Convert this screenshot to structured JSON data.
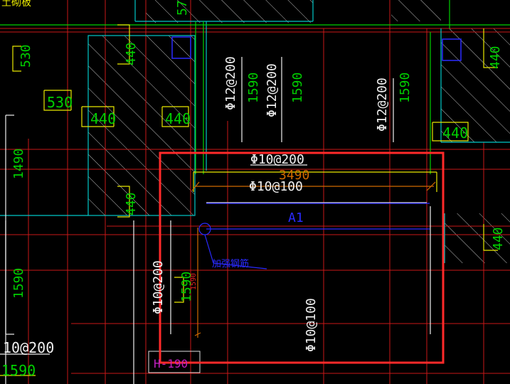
{
  "colors": {
    "background": "#000000",
    "green": "#00e000",
    "yellow": "#e8e800",
    "white": "#ffffff",
    "red": "#e02020",
    "cyan": "#00c8c8",
    "blue": "#2a2aff",
    "orange": "#d06a00",
    "magenta": "#c020c0",
    "highlight_box": "#ff2a2a",
    "hatch": "#bdbdbd"
  },
  "labels": {
    "top_left_note": "土砌板",
    "top_number": "57",
    "dim_530_left": "530",
    "dim_530_mid": "530",
    "dim_440_top_left": "440",
    "dim_440_top_right": "440",
    "dim_440_mid_a": "440",
    "dim_440_mid_b": "440",
    "dim_440_lower": "440",
    "dim_440_right_mid": "440",
    "dim_440_right_low": "440",
    "dim_1490_left": "1490",
    "dim_1590_left": "1590",
    "dim_1590_bottom": "1590",
    "dim_1590_center_a": "1590",
    "dim_1590_center_b": "1590",
    "dim_1590_center_c": "1590",
    "dim_1590_lower": "1590",
    "dim_1590_small_red": "1590",
    "bar_10_200_bottom": "10@200",
    "bar_phi12_200_a": "Φ12@200",
    "bar_phi12_200_b": "Φ12@200",
    "bar_phi12_200_c": "Φ12@200",
    "bar_phi10_200_top": "Φ10@200",
    "bar_phi10_100_horizontal": "Φ10@100",
    "bar_phi10_200_vertical": "Φ10@200",
    "bar_phi10_100_vertical": "Φ10@100",
    "dim_3490": "3490",
    "zone_A1": "A1",
    "callout_note": "加强钢筋",
    "elevation_tag": "H-190"
  }
}
